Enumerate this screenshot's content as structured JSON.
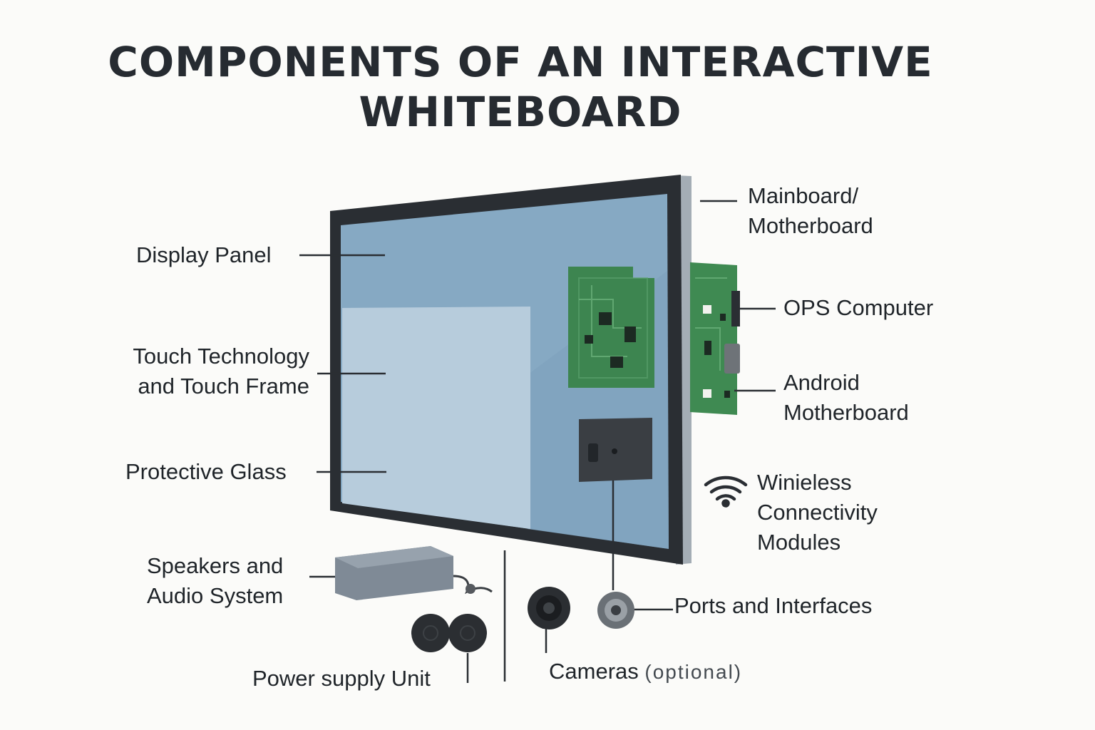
{
  "title_line1": "COMPONENTS OF AN INTERACTIVE",
  "title_line2": "WHITEBOARD",
  "labels": {
    "display_panel": "Display Panel",
    "touch_line1": "Touch Technology",
    "touch_line2": "and Touch Frame",
    "protective_glass": "Protective Glass",
    "speakers_line1": "Speakers and",
    "speakers_line2": "Audio System",
    "power_supply": "Power supply Unit",
    "cameras": "Cameras",
    "cameras_optional": "(optional)",
    "ports": "Ports and Interfaces",
    "mainboard_line1": "Mainboard/",
    "mainboard_line2": "Motherboard",
    "ops": "OPS Computer",
    "android_line1": "Android",
    "android_line2": "Motherboard",
    "wireless_line1": "Winieless",
    "wireless_line2": "Connectivity",
    "wireless_line3": "Modules"
  },
  "colors": {
    "bezel": "#2a2e33",
    "screen": "#86a9c3",
    "glass": "#b5cadb",
    "pcb": "#3f8a52",
    "edge": "#9aa3ab"
  },
  "icons": [
    "wifi-icon",
    "speaker-grille-icon",
    "camera-lens-icon",
    "port-icon"
  ]
}
